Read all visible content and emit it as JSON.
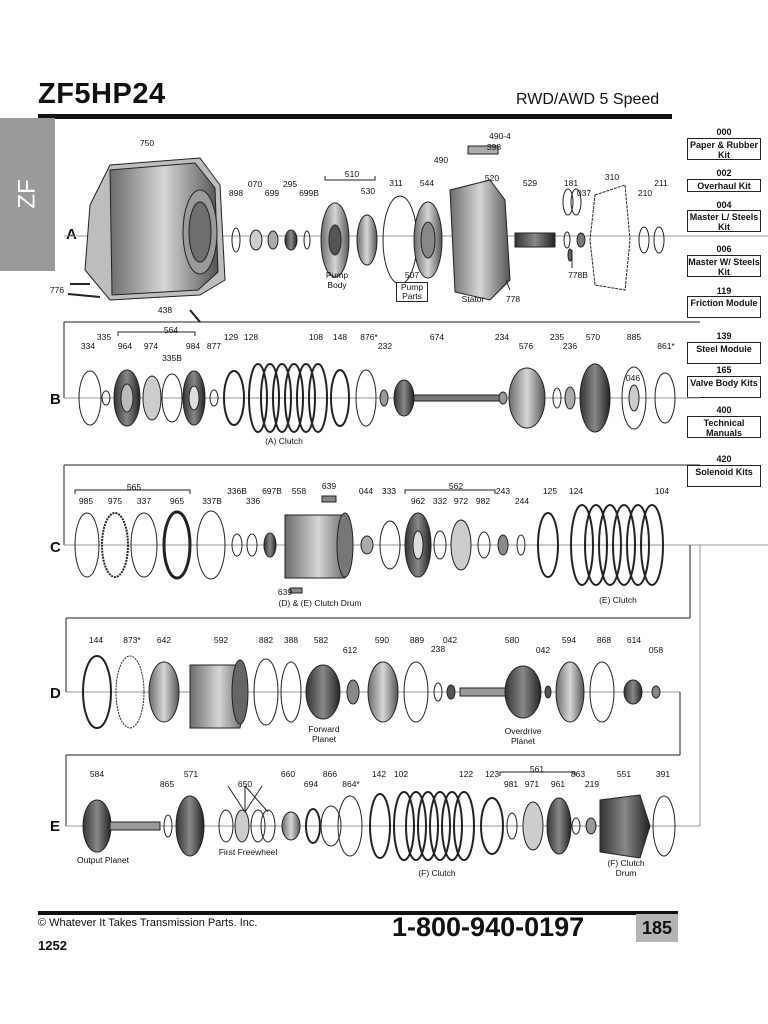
{
  "header": {
    "title": "ZF5HP24",
    "subtitle": "RWD/AWD 5 Speed",
    "side_tab": "ZF"
  },
  "kits": [
    {
      "num": "000",
      "label": "Paper & Rubber Kit"
    },
    {
      "num": "002",
      "label": "Overhaul Kit"
    },
    {
      "num": "004",
      "label": "Master L/ Steels Kit"
    },
    {
      "num": "006",
      "label": "Master W/ Steels Kit"
    },
    {
      "num": "119",
      "label": "Friction Module"
    },
    {
      "num": "139",
      "label": "Steel Module"
    },
    {
      "num": "165",
      "label": "Valve Body Kits"
    },
    {
      "num": "400",
      "label": "Technical Manuals"
    },
    {
      "num": "420",
      "label": "Solenoid Kits"
    }
  ],
  "rows": [
    "A",
    "B",
    "C",
    "D",
    "E"
  ],
  "parts_a": [
    "750",
    "070",
    "699",
    "295",
    "699B",
    "898",
    "510",
    "530",
    "311",
    "544",
    "507",
    "490-4",
    "398",
    "490",
    "520",
    "529",
    "181",
    "037",
    "310",
    "211",
    "210",
    "778B",
    "778",
    "776",
    "438"
  ],
  "parts_b": [
    "564",
    "335",
    "334",
    "964",
    "974",
    "335B",
    "984",
    "877",
    "129",
    "128",
    "108",
    "148",
    "876*",
    "232",
    "674",
    "234",
    "235",
    "236",
    "576",
    "570",
    "885",
    "046",
    "861*"
  ],
  "parts_c": [
    "565",
    "985",
    "975",
    "337",
    "965",
    "337B",
    "336B",
    "336",
    "697B",
    "558",
    "639",
    "044",
    "333",
    "562",
    "962",
    "332",
    "972",
    "982",
    "243",
    "244",
    "125",
    "124",
    "104",
    "639"
  ],
  "parts_d": [
    "144",
    "873*",
    "642",
    "592",
    "882",
    "388",
    "582",
    "612",
    "590",
    "889",
    "042",
    "238",
    "580",
    "042",
    "594",
    "868",
    "614",
    "058"
  ],
  "parts_e": [
    "584",
    "865",
    "571",
    "650",
    "660",
    "694",
    "866",
    "864*",
    "142",
    "102",
    "122",
    "123",
    "561",
    "981",
    "971",
    "961",
    "863",
    "219",
    "551",
    "391"
  ],
  "captions": {
    "pump_body": "Pump Body",
    "pump_parts": "Pump Parts",
    "stator": "Stator",
    "a_clutch": "(A) Clutch",
    "de_clutch_drum": "(D) & (E) Clutch Drum",
    "e_clutch": "(E) Clutch",
    "forward_planet": "Forward Planet",
    "overdrive_planet": "Overdrive Planet",
    "output_planet": "Output Planet",
    "first_freewheel": "First Freewheel",
    "f_clutch": "(F) Clutch",
    "f_clutch_drum": "(F) Clutch Drum"
  },
  "footer": {
    "copyright": "© Whatever It Takes Transmission Parts. Inc.",
    "phone": "1-800-940-0197",
    "page": "185",
    "doc_number": "1252"
  }
}
